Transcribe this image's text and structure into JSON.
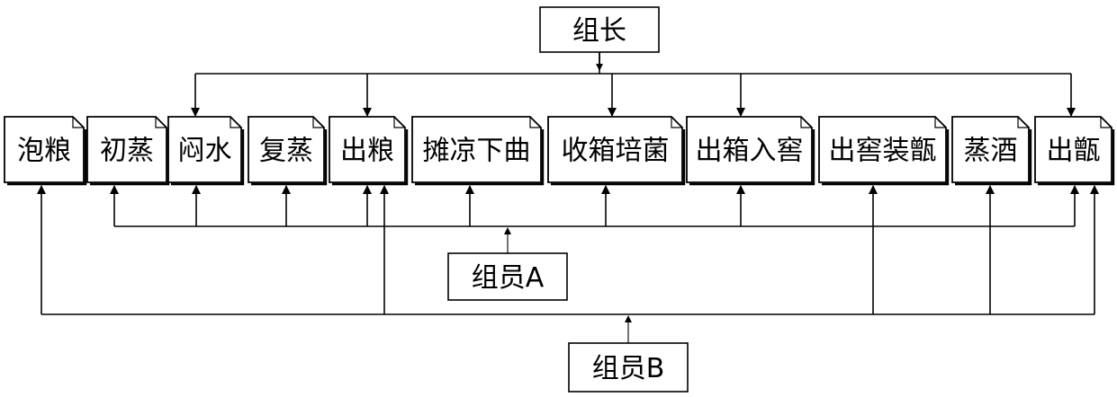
{
  "roles": {
    "leader": "组长",
    "member_a": "组员A",
    "member_b": "组员B"
  },
  "steps": [
    {
      "id": "s1",
      "label": "泡粮"
    },
    {
      "id": "s2",
      "label": "初蒸"
    },
    {
      "id": "s3",
      "label": "闷水"
    },
    {
      "id": "s4",
      "label": "复蒸"
    },
    {
      "id": "s5",
      "label": "出粮"
    },
    {
      "id": "s6",
      "label": "摊凉下曲"
    },
    {
      "id": "s7",
      "label": "收箱培菌"
    },
    {
      "id": "s8",
      "label": "出箱入窖"
    },
    {
      "id": "s9",
      "label": "出窖装甑"
    },
    {
      "id": "s10",
      "label": "蒸酒"
    },
    {
      "id": "s11",
      "label": "出甑"
    }
  ],
  "assignments": {
    "leader": [
      "s3",
      "s5",
      "s7",
      "s8",
      "s11"
    ],
    "member_a": [
      "s2",
      "s3",
      "s4",
      "s5",
      "s6",
      "s7",
      "s8",
      "s11"
    ],
    "member_b": [
      "s1",
      "s5",
      "s9",
      "s10",
      "s11"
    ]
  }
}
